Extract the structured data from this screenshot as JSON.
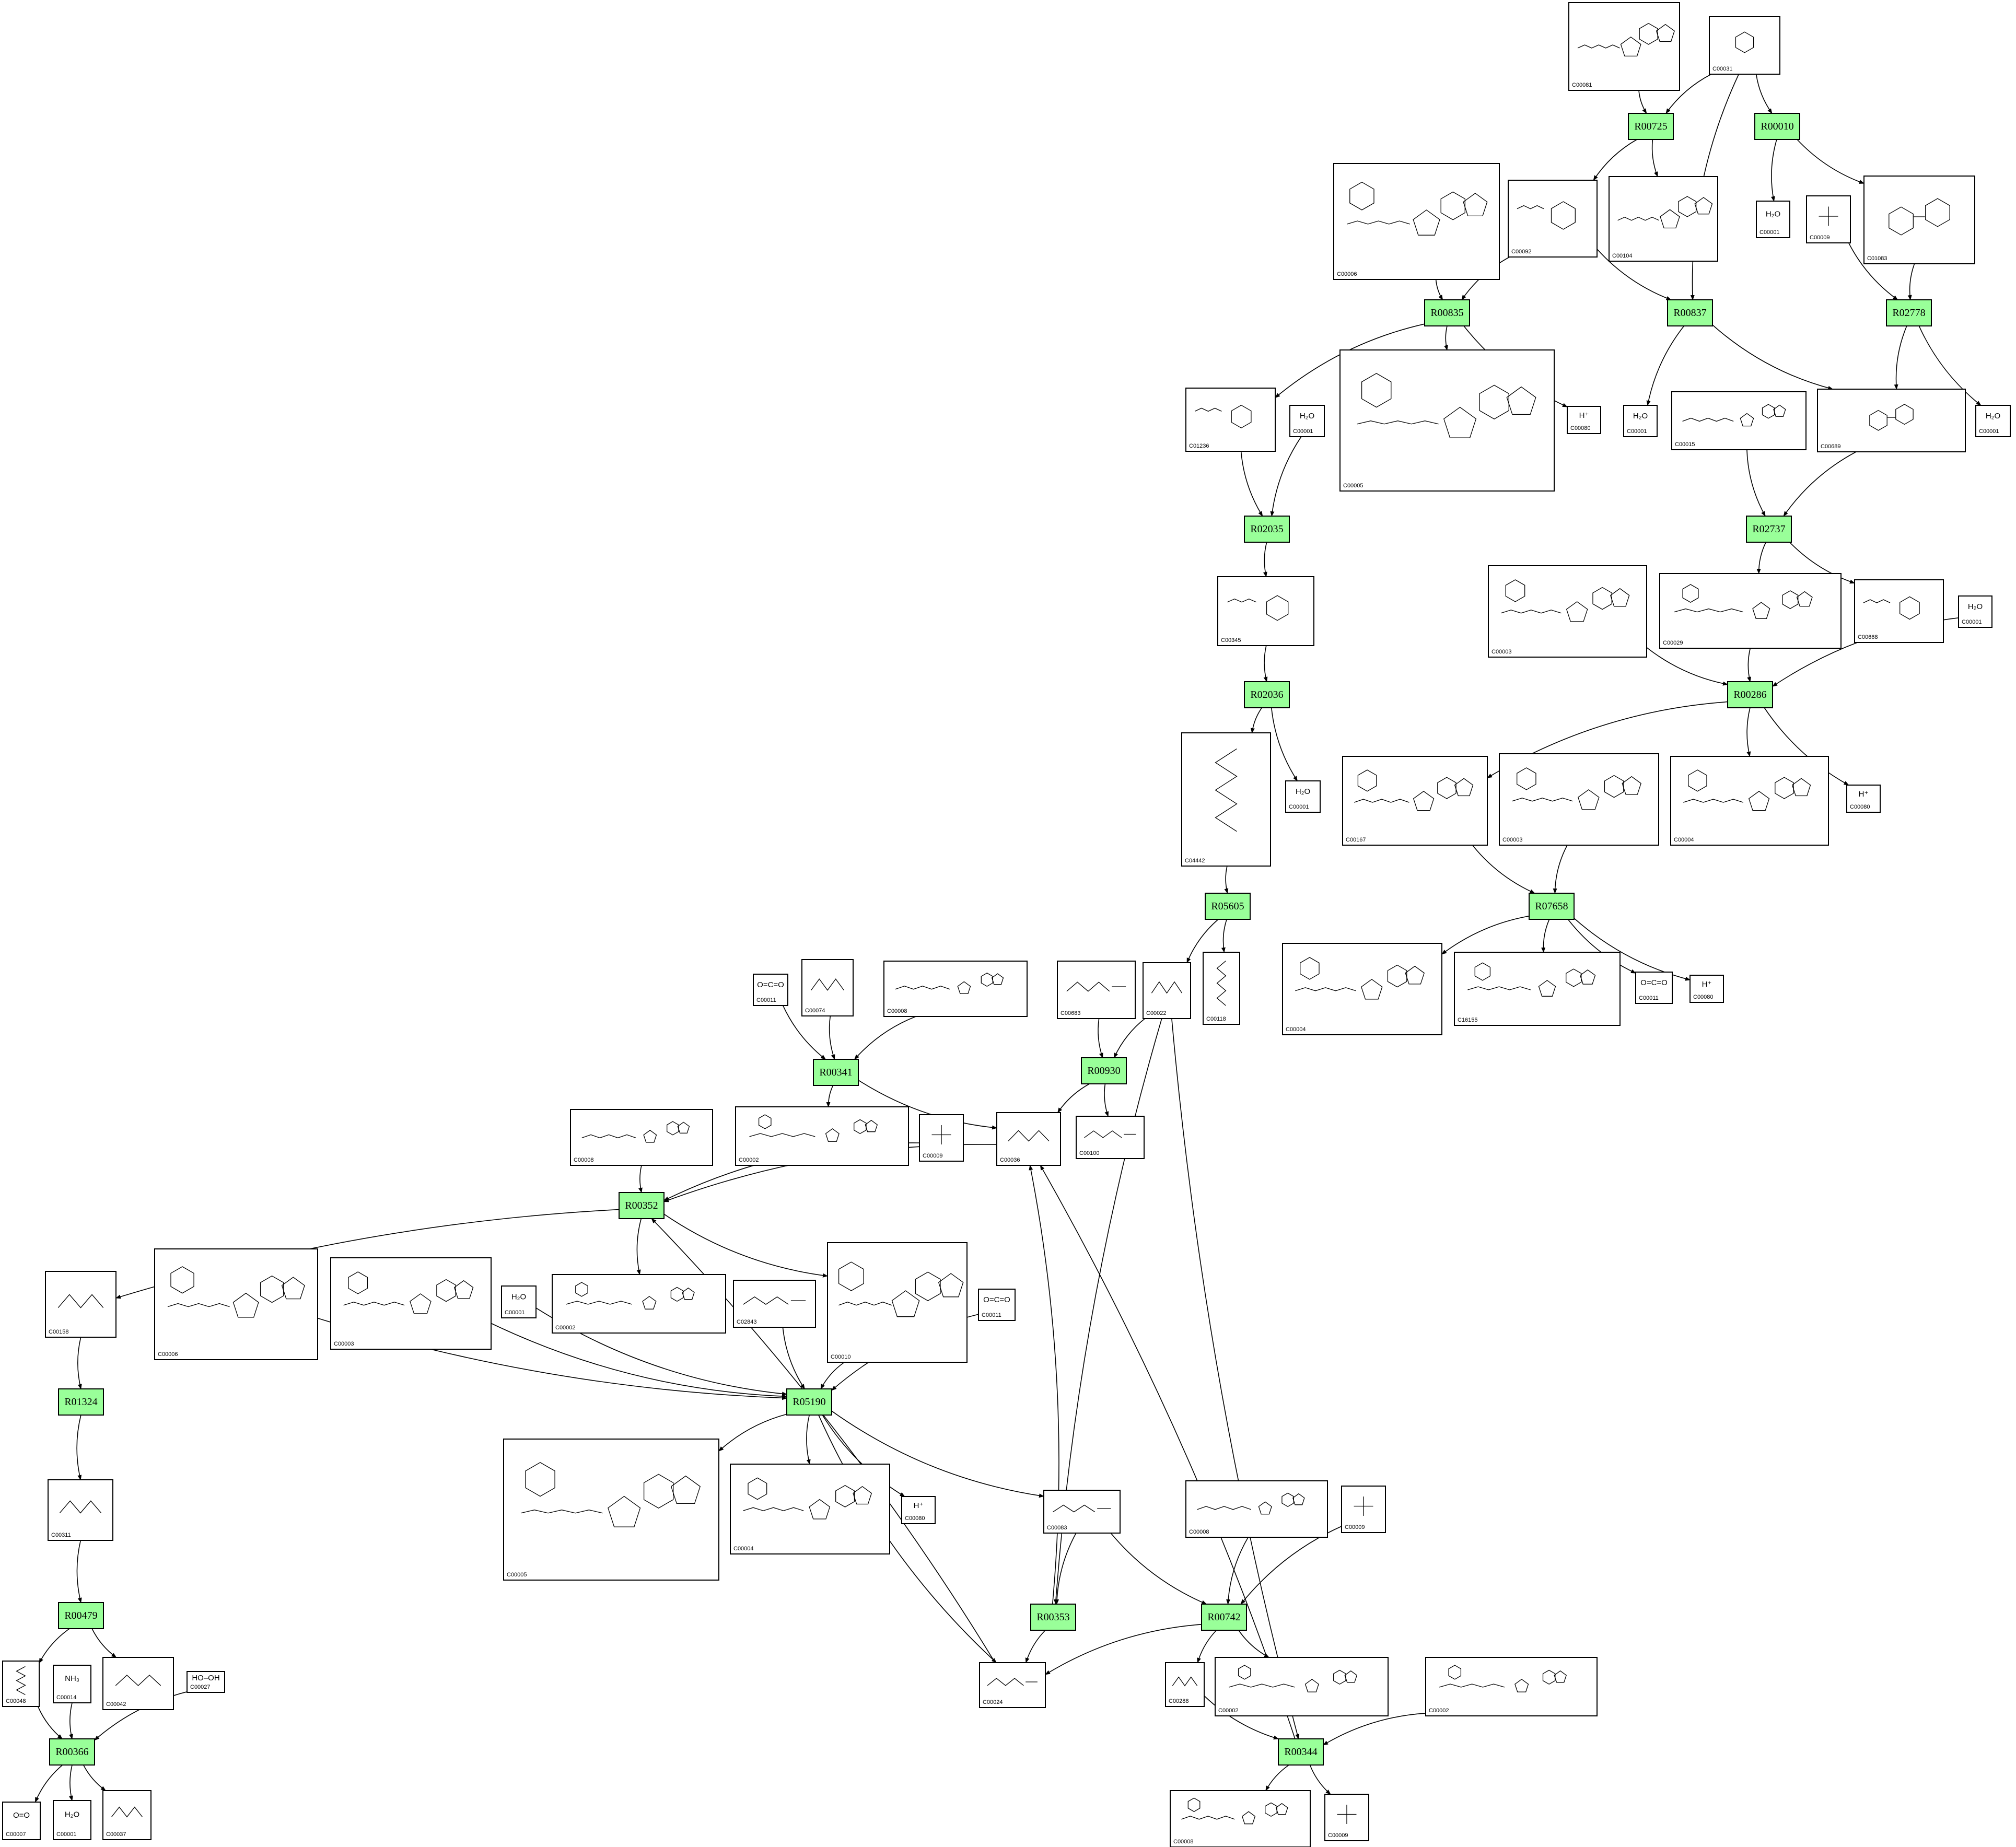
{
  "reactions": [
    {
      "id": "R00725",
      "label": "R00725"
    },
    {
      "id": "R00010",
      "label": "R00010"
    },
    {
      "id": "R00835",
      "label": "R00835"
    },
    {
      "id": "R00837",
      "label": "R00837"
    },
    {
      "id": "R02778",
      "label": "R02778"
    },
    {
      "id": "R02035",
      "label": "R02035"
    },
    {
      "id": "R02737",
      "label": "R02737"
    },
    {
      "id": "R02036",
      "label": "R02036"
    },
    {
      "id": "R00286",
      "label": "R00286"
    },
    {
      "id": "R05605",
      "label": "R05605"
    },
    {
      "id": "R07658",
      "label": "R07658"
    },
    {
      "id": "R00341",
      "label": "R00341"
    },
    {
      "id": "R00930",
      "label": "R00930"
    },
    {
      "id": "R00352",
      "label": "R00352"
    },
    {
      "id": "R01324",
      "label": "R01324"
    },
    {
      "id": "R05190",
      "label": "R05190"
    },
    {
      "id": "R00479",
      "label": "R00479"
    },
    {
      "id": "R00353",
      "label": "R00353"
    },
    {
      "id": "R00742",
      "label": "R00742"
    },
    {
      "id": "R00366",
      "label": "R00366"
    },
    {
      "id": "R00344",
      "label": "R00344"
    }
  ],
  "compounds": [
    {
      "key": "c_C00081",
      "code": "C00081",
      "kind": "nucleotide"
    },
    {
      "key": "c_C00031_a",
      "code": "C00031",
      "kind": "sugar"
    },
    {
      "key": "c_C00006_a",
      "code": "C00006",
      "kind": "nucleotide-long"
    },
    {
      "key": "c_C00092",
      "code": "C00092",
      "kind": "sugar-phosphate"
    },
    {
      "key": "c_C00104",
      "code": "C00104",
      "kind": "nucleotide"
    },
    {
      "key": "c_C00001_a",
      "code": "C00001",
      "formula": "H₂O",
      "kind": "small"
    },
    {
      "key": "c_C00009_a",
      "code": "C00009",
      "kind": "phosphate"
    },
    {
      "key": "c_C01083",
      "code": "C01083",
      "kind": "disaccharide"
    },
    {
      "key": "c_C01236",
      "code": "C01236",
      "kind": "sugar-phosphate"
    },
    {
      "key": "c_C00001_b",
      "code": "C00001",
      "formula": "H₂O",
      "kind": "small"
    },
    {
      "key": "c_C00005_a",
      "code": "C00005",
      "kind": "nucleotide-long"
    },
    {
      "key": "c_C00080_a",
      "code": "C00080",
      "formula": "H⁺",
      "kind": "small"
    },
    {
      "key": "c_C00001_c",
      "code": "C00001",
      "formula": "H₂O",
      "kind": "small"
    },
    {
      "key": "c_C00015",
      "code": "C00015",
      "kind": "nucleotide"
    },
    {
      "key": "c_C00689",
      "code": "C00689",
      "kind": "disaccharide"
    },
    {
      "key": "c_C00001_d",
      "code": "C00001",
      "formula": "H₂O",
      "kind": "small"
    },
    {
      "key": "c_C00345",
      "code": "C00345",
      "kind": "sugar-phosphate"
    },
    {
      "key": "c_C00003_a",
      "code": "C00003",
      "kind": "nucleotide-long"
    },
    {
      "key": "c_C00029",
      "code": "C00029",
      "kind": "nucleotide-long"
    },
    {
      "key": "c_C00668",
      "code": "C00668",
      "kind": "sugar-phosphate"
    },
    {
      "key": "c_C00001_e",
      "code": "C00001",
      "formula": "H₂O",
      "kind": "small"
    },
    {
      "key": "c_C04442",
      "code": "C04442",
      "kind": "chain"
    },
    {
      "key": "c_C00001_f",
      "code": "C00001",
      "formula": "H₂O",
      "kind": "small"
    },
    {
      "key": "c_C00167",
      "code": "C00167",
      "kind": "nucleotide-long"
    },
    {
      "key": "c_C00003_b",
      "code": "C00003",
      "kind": "nucleotide-long"
    },
    {
      "key": "c_C00004_a",
      "code": "C00004",
      "kind": "nucleotide-long"
    },
    {
      "key": "c_C00080_b",
      "code": "C00080",
      "formula": "H⁺",
      "kind": "small"
    },
    {
      "key": "c_C00011_a",
      "code": "C00011",
      "formula": "O=C=O",
      "kind": "small"
    },
    {
      "key": "c_C00074",
      "code": "C00074",
      "kind": "chain"
    },
    {
      "key": "c_C00008_a",
      "code": "C00008",
      "kind": "nucleotide"
    },
    {
      "key": "c_C00683",
      "code": "C00683",
      "kind": "coa"
    },
    {
      "key": "c_C00022",
      "code": "C00022",
      "kind": "chain"
    },
    {
      "key": "c_C00118",
      "code": "C00118",
      "kind": "chain"
    },
    {
      "key": "c_C00004_b",
      "code": "C00004",
      "kind": "nucleotide-long"
    },
    {
      "key": "c_C16155",
      "code": "C16155",
      "kind": "nucleotide-long"
    },
    {
      "key": "c_C00011_b",
      "code": "C00011",
      "formula": "O=C=O",
      "kind": "small"
    },
    {
      "key": "c_C00080_c",
      "code": "C00080",
      "formula": "H⁺",
      "kind": "small"
    },
    {
      "key": "c_C00002_a",
      "code": "C00002",
      "kind": "nucleotide-long"
    },
    {
      "key": "c_C00009_b",
      "code": "C00009",
      "kind": "phosphate"
    },
    {
      "key": "c_C00036",
      "code": "C00036",
      "kind": "chain"
    },
    {
      "key": "c_C00100",
      "code": "C00100",
      "kind": "coa"
    },
    {
      "key": "c_C00008_b",
      "code": "C00008",
      "kind": "nucleotide"
    },
    {
      "key": "c_C00158",
      "code": "C00158",
      "kind": "chain"
    },
    {
      "key": "c_C00006_b",
      "code": "C00006",
      "kind": "nucleotide-long"
    },
    {
      "key": "c_C00003_c",
      "code": "C00003",
      "kind": "nucleotide-long"
    },
    {
      "key": "c_C00001_g",
      "code": "C00001",
      "formula": "H₂O",
      "kind": "small"
    },
    {
      "key": "c_C00002_b",
      "code": "C00002",
      "kind": "nucleotide-long"
    },
    {
      "key": "c_C02843",
      "code": "C02843",
      "kind": "coa"
    },
    {
      "key": "c_C00010",
      "code": "C00010",
      "kind": "nucleotide-long"
    },
    {
      "key": "c_C00011_c",
      "code": "C00011",
      "formula": "O=C=O",
      "kind": "small"
    },
    {
      "key": "c_C00311",
      "code": "C00311",
      "kind": "chain"
    },
    {
      "key": "c_C00005_b",
      "code": "C00005",
      "kind": "nucleotide-long"
    },
    {
      "key": "c_C00004_c",
      "code": "C00004",
      "kind": "nucleotide-long"
    },
    {
      "key": "c_C00080_d",
      "code": "C00080",
      "formula": "H⁺",
      "kind": "small"
    },
    {
      "key": "c_C00083",
      "code": "C00083",
      "kind": "coa"
    },
    {
      "key": "c_C00008_c",
      "code": "C00008",
      "kind": "nucleotide"
    },
    {
      "key": "c_C00009_c",
      "code": "C00009",
      "kind": "phosphate"
    },
    {
      "key": "c_C00048",
      "code": "C00048",
      "kind": "chain"
    },
    {
      "key": "c_C00014",
      "code": "C00014",
      "formula": "NH₃",
      "kind": "small"
    },
    {
      "key": "c_C00042",
      "code": "C00042",
      "kind": "chain"
    },
    {
      "key": "c_C00027",
      "code": "C00027",
      "formula": "HO–OH",
      "kind": "small"
    },
    {
      "key": "c_C00024",
      "code": "C00024",
      "kind": "coa"
    },
    {
      "key": "c_C00288",
      "code": "C00288",
      "kind": "chain"
    },
    {
      "key": "c_C00002_c",
      "code": "C00002",
      "kind": "nucleotide-long"
    },
    {
      "key": "c_C00002_d",
      "code": "C00002",
      "kind": "nucleotide-long"
    },
    {
      "key": "c_C00007",
      "code": "C00007",
      "formula": "O=O",
      "kind": "small"
    },
    {
      "key": "c_C00001_h",
      "code": "C00001",
      "formula": "H₂O",
      "kind": "small"
    },
    {
      "key": "c_C00037",
      "code": "C00037",
      "kind": "chain"
    },
    {
      "key": "c_C00008_d",
      "code": "C00008",
      "kind": "nucleotide-long"
    },
    {
      "key": "c_C00009_d",
      "code": "C00009",
      "kind": "phosphate"
    }
  ],
  "edges": [
    [
      "c_C00081",
      "R00725"
    ],
    [
      "c_C00031_a",
      "R00725"
    ],
    [
      "R00725",
      "c_C00092"
    ],
    [
      "R00725",
      "c_C00104"
    ],
    [
      "c_C00031_a",
      "R00010"
    ],
    [
      "R00010",
      "c_C00001_a"
    ],
    [
      "R00010",
      "c_C01083"
    ],
    [
      "c_C00031_a",
      "R00837"
    ],
    [
      "c_C00092",
      "R00837"
    ],
    [
      "R00837",
      "c_C00001_c"
    ],
    [
      "R00837",
      "c_C00689"
    ],
    [
      "c_C00006_a",
      "R00835"
    ],
    [
      "c_C00092",
      "R00835"
    ],
    [
      "R00835",
      "c_C01236"
    ],
    [
      "R00835",
      "c_C00005_a"
    ],
    [
      "R00835",
      "c_C00080_a"
    ],
    [
      "c_C00009_a",
      "R02778"
    ],
    [
      "c_C01083",
      "R02778"
    ],
    [
      "R02778",
      "c_C00689"
    ],
    [
      "R02778",
      "c_C00001_d"
    ],
    [
      "c_C01236",
      "R02035"
    ],
    [
      "c_C00001_b",
      "R02035"
    ],
    [
      "R02035",
      "c_C00345"
    ],
    [
      "c_C00015",
      "R02737"
    ],
    [
      "c_C00689",
      "R02737"
    ],
    [
      "R02737",
      "c_C00029"
    ],
    [
      "R02737",
      "c_C00668"
    ],
    [
      "c_C00345",
      "R02036"
    ],
    [
      "R02036",
      "c_C04442"
    ],
    [
      "R02036",
      "c_C00001_f"
    ],
    [
      "c_C00003_a",
      "R00286"
    ],
    [
      "c_C00029",
      "R00286"
    ],
    [
      "c_C00001_e",
      "R00286"
    ],
    [
      "R00286",
      "c_C00167"
    ],
    [
      "R00286",
      "c_C00004_a"
    ],
    [
      "R00286",
      "c_C00080_b"
    ],
    [
      "c_C04442",
      "R05605"
    ],
    [
      "R05605",
      "c_C00022"
    ],
    [
      "R05605",
      "c_C00118"
    ],
    [
      "c_C00167",
      "R07658"
    ],
    [
      "c_C00003_b",
      "R07658"
    ],
    [
      "R07658",
      "c_C00004_b"
    ],
    [
      "R07658",
      "c_C16155"
    ],
    [
      "R07658",
      "c_C00011_b"
    ],
    [
      "R07658",
      "c_C00080_c"
    ],
    [
      "c_C00011_a",
      "R00341"
    ],
    [
      "c_C00074",
      "R00341"
    ],
    [
      "c_C00008_a",
      "R00341"
    ],
    [
      "R00341",
      "c_C00002_a"
    ],
    [
      "R00341",
      "c_C00036"
    ],
    [
      "c_C00683",
      "R00930"
    ],
    [
      "c_C00022",
      "R00930"
    ],
    [
      "R00930",
      "c_C00036"
    ],
    [
      "R00930",
      "c_C00100"
    ],
    [
      "c_C00008_b",
      "R00352"
    ],
    [
      "c_C00009_b",
      "R00352"
    ],
    [
      "c_C00036",
      "R00352"
    ],
    [
      "c_C00024",
      "R00352"
    ],
    [
      "R00352",
      "c_C00158"
    ],
    [
      "R00352",
      "c_C00002_b"
    ],
    [
      "R00352",
      "c_C00010"
    ],
    [
      "c_C00158",
      "R01324"
    ],
    [
      "R01324",
      "c_C00311"
    ],
    [
      "c_C00006_b",
      "R05190"
    ],
    [
      "c_C00003_c",
      "R05190"
    ],
    [
      "c_C00001_g",
      "R05190"
    ],
    [
      "c_C02843",
      "R05190"
    ],
    [
      "c_C00010",
      "R05190"
    ],
    [
      "c_C00011_c",
      "R05190"
    ],
    [
      "R05190",
      "c_C00005_b"
    ],
    [
      "R05190",
      "c_C00004_c"
    ],
    [
      "R05190",
      "c_C00080_d"
    ],
    [
      "R05190",
      "c_C00083"
    ],
    [
      "R05190",
      "c_C00024"
    ],
    [
      "c_C00311",
      "R00479"
    ],
    [
      "R00479",
      "c_C00048"
    ],
    [
      "R00479",
      "c_C00042"
    ],
    [
      "c_C00083",
      "R00353"
    ],
    [
      "c_C00022",
      "R00353"
    ],
    [
      "R00353",
      "c_C00036"
    ],
    [
      "R00353",
      "c_C00024"
    ],
    [
      "c_C00083",
      "R00742"
    ],
    [
      "c_C00008_c",
      "R00742"
    ],
    [
      "c_C00009_c",
      "R00742"
    ],
    [
      "R00742",
      "c_C00024"
    ],
    [
      "R00742",
      "c_C00288"
    ],
    [
      "R00742",
      "c_C00002_c"
    ],
    [
      "c_C00048",
      "R00366"
    ],
    [
      "c_C00014",
      "R00366"
    ],
    [
      "c_C00027",
      "R00366"
    ],
    [
      "R00366",
      "c_C00007"
    ],
    [
      "R00366",
      "c_C00001_h"
    ],
    [
      "R00366",
      "c_C00037"
    ],
    [
      "c_C00288",
      "R00344"
    ],
    [
      "c_C00002_d",
      "R00344"
    ],
    [
      "c_C00022",
      "R00344"
    ],
    [
      "R00344",
      "c_C00036"
    ],
    [
      "R00344",
      "c_C00008_d"
    ],
    [
      "R00344",
      "c_C00009_d"
    ]
  ]
}
